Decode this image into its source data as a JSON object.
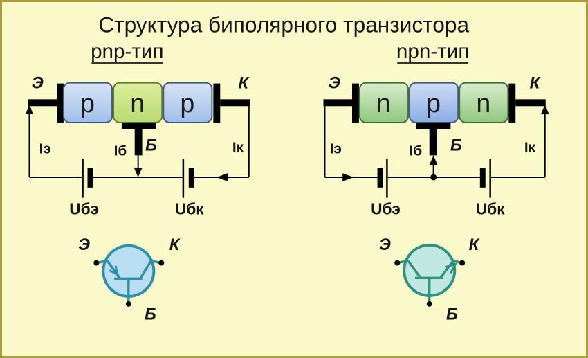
{
  "title": "Структура биполярного транзистора",
  "pnp": {
    "heading": "pnp-тип",
    "blocks": [
      "p",
      "n",
      "p"
    ],
    "terminals": {
      "emitter": "Э",
      "collector": "К",
      "base": "Б"
    },
    "currents": {
      "emitter": "Iэ",
      "base": "Iб",
      "collector": "Iк"
    },
    "voltages": {
      "base_emitter": "Uбэ",
      "base_collector": "Uбк"
    },
    "symbol": {
      "emitter": "Э",
      "collector": "К",
      "base": "Б"
    }
  },
  "npn": {
    "heading": "npn-тип",
    "blocks": [
      "n",
      "p",
      "n"
    ],
    "terminals": {
      "emitter": "Э",
      "collector": "К",
      "base": "Б"
    },
    "currents": {
      "emitter": "Iэ",
      "base": "Iб",
      "collector": "Iк"
    },
    "voltages": {
      "base_emitter": "Uбэ",
      "base_collector": "Uбк"
    },
    "symbol": {
      "emitter": "Э",
      "collector": "К",
      "base": "Б"
    }
  },
  "colors": {
    "background": "#f9f9c9",
    "frame": "#a89b3a",
    "p_region_top": "#d8e4f5",
    "p_region_bottom": "#9fbfe8",
    "n_region_pnp_top": "#dcee9e",
    "n_region_pnp_bottom": "#b9da72",
    "n_region_npn_top": "#d8edcc",
    "n_region_npn_bottom": "#90c77e",
    "symbol_fill_pnp": "#b9ddf1",
    "symbol_stroke_pnp": "#2f8fa5",
    "symbol_fill_npn": "#c0e8e0",
    "symbol_stroke_npn": "#2f9180",
    "line": "#000000"
  }
}
